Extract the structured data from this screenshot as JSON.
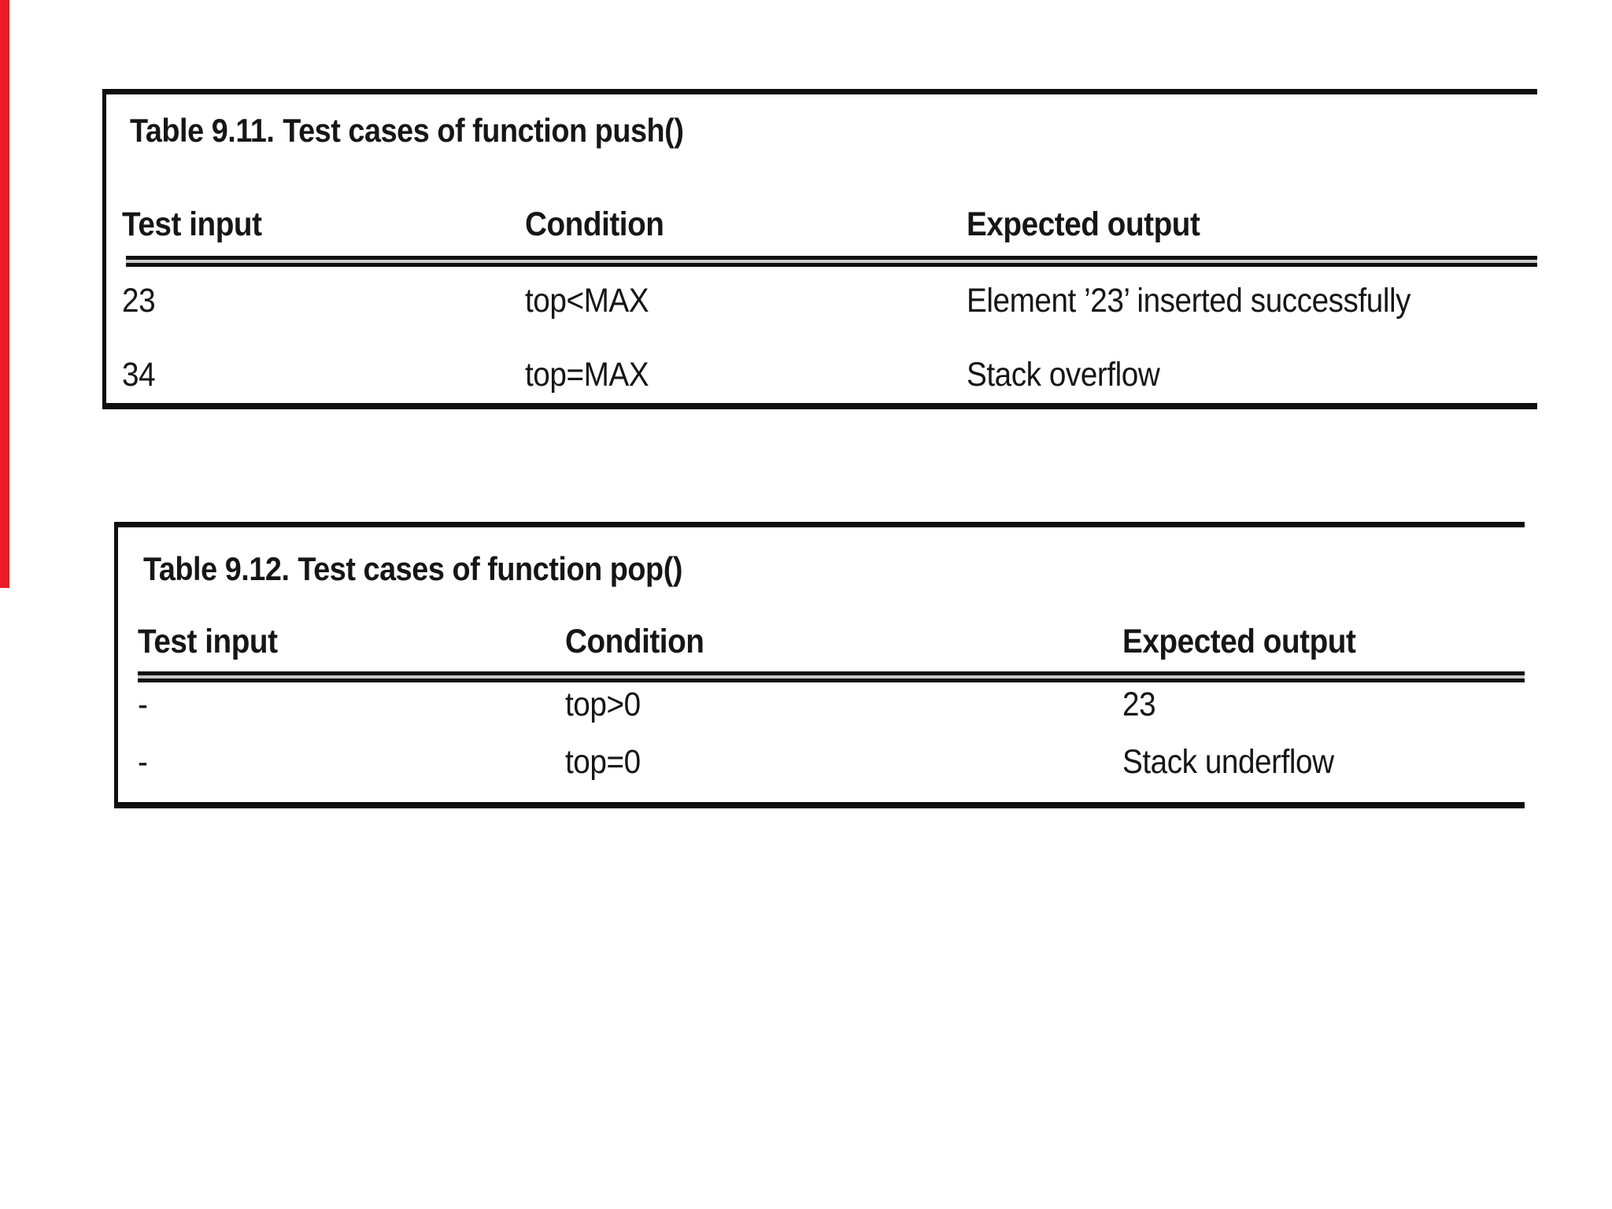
{
  "page": {
    "background_color": "#ffffff",
    "red_bar_color": "#ec1c24"
  },
  "tables": [
    {
      "title_label": "Table 9.11.",
      "title_caption": "Test cases of function push()",
      "columns": [
        "Test input",
        "Condition",
        "Expected output"
      ],
      "rows": [
        [
          "23",
          "top<MAX",
          "Element ’23’ inserted successfully"
        ],
        [
          "34",
          "top=MAX",
          "Stack overflow"
        ]
      ]
    },
    {
      "title_label": "Table 9.12.",
      "title_caption": "Test cases of function pop()",
      "columns": [
        "Test input",
        "Condition",
        "Expected output"
      ],
      "rows": [
        [
          "-",
          "top>0",
          "23"
        ],
        [
          "-",
          "top=0",
          "Stack underflow"
        ]
      ]
    }
  ]
}
